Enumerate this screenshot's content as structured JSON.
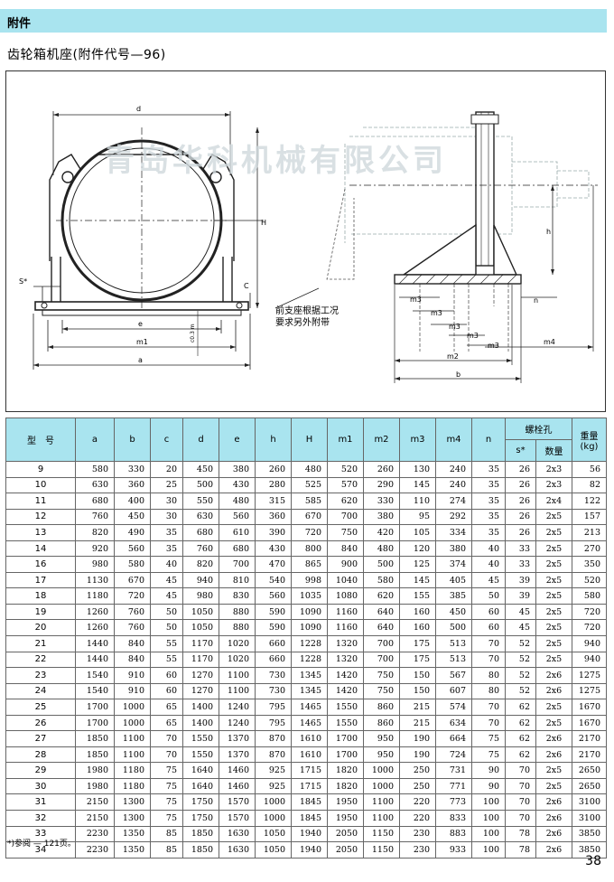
{
  "header": {
    "title": "附件"
  },
  "subtitle": "齿轮箱机座(附件代号—96)",
  "drawing": {
    "watermark": "青岛华科机械有限公司",
    "note_line1": "前支座根据工况",
    "note_line2": "要求另外附带",
    "labels": {
      "d": "d",
      "H": "H",
      "h": "h",
      "C": "C",
      "S": "S*",
      "e": "e",
      "m1": "m1",
      "a": "a",
      "c03": "c0.3 m",
      "m2": "m2",
      "b": "b",
      "m3": "m3",
      "m4": "m4",
      "n": "n"
    }
  },
  "table": {
    "headers": {
      "model": "型　号",
      "a": "a",
      "b": "b",
      "c": "c",
      "d": "d",
      "e": "e",
      "h": "h",
      "H": "H",
      "m1": "m1",
      "m2": "m2",
      "m3": "m3",
      "m4": "m4",
      "n": "n",
      "bolt": "螺栓孔",
      "s": "s*",
      "qty": "数量",
      "weight": "重量",
      "weight_unit": "(kg)"
    },
    "rows": [
      [
        "9",
        "580",
        "330",
        "20",
        "450",
        "380",
        "260",
        "480",
        "520",
        "260",
        "130",
        "240",
        "35",
        "26",
        "2x3",
        "56"
      ],
      [
        "10",
        "630",
        "360",
        "25",
        "500",
        "430",
        "280",
        "525",
        "570",
        "290",
        "145",
        "240",
        "35",
        "26",
        "2x3",
        "82"
      ],
      [
        "11",
        "680",
        "400",
        "30",
        "550",
        "480",
        "315",
        "585",
        "620",
        "330",
        "110",
        "274",
        "35",
        "26",
        "2x4",
        "122"
      ],
      [
        "12",
        "760",
        "450",
        "30",
        "630",
        "560",
        "360",
        "670",
        "700",
        "380",
        "95",
        "292",
        "35",
        "26",
        "2x5",
        "157"
      ],
      [
        "13",
        "820",
        "490",
        "35",
        "680",
        "610",
        "390",
        "720",
        "750",
        "420",
        "105",
        "334",
        "35",
        "26",
        "2x5",
        "213"
      ],
      [
        "14",
        "920",
        "560",
        "35",
        "760",
        "680",
        "430",
        "800",
        "840",
        "480",
        "120",
        "380",
        "40",
        "33",
        "2x5",
        "270"
      ],
      [
        "16",
        "980",
        "580",
        "40",
        "820",
        "700",
        "470",
        "865",
        "900",
        "500",
        "125",
        "374",
        "40",
        "33",
        "2x5",
        "350"
      ],
      [
        "17",
        "1130",
        "670",
        "45",
        "940",
        "810",
        "540",
        "998",
        "1040",
        "580",
        "145",
        "405",
        "45",
        "39",
        "2x5",
        "520"
      ],
      [
        "18",
        "1180",
        "720",
        "45",
        "980",
        "830",
        "560",
        "1035",
        "1080",
        "620",
        "155",
        "385",
        "50",
        "39",
        "2x5",
        "580"
      ],
      [
        "19",
        "1260",
        "760",
        "50",
        "1050",
        "880",
        "590",
        "1090",
        "1160",
        "640",
        "160",
        "450",
        "60",
        "45",
        "2x5",
        "720"
      ],
      [
        "20",
        "1260",
        "760",
        "50",
        "1050",
        "880",
        "590",
        "1090",
        "1160",
        "640",
        "160",
        "500",
        "60",
        "45",
        "2x5",
        "720"
      ],
      [
        "21",
        "1440",
        "840",
        "55",
        "1170",
        "1020",
        "660",
        "1228",
        "1320",
        "700",
        "175",
        "513",
        "70",
        "52",
        "2x5",
        "940"
      ],
      [
        "22",
        "1440",
        "840",
        "55",
        "1170",
        "1020",
        "660",
        "1228",
        "1320",
        "700",
        "175",
        "513",
        "70",
        "52",
        "2x5",
        "940"
      ],
      [
        "23",
        "1540",
        "910",
        "60",
        "1270",
        "1100",
        "730",
        "1345",
        "1420",
        "750",
        "150",
        "567",
        "80",
        "52",
        "2x6",
        "1275"
      ],
      [
        "24",
        "1540",
        "910",
        "60",
        "1270",
        "1100",
        "730",
        "1345",
        "1420",
        "750",
        "150",
        "607",
        "80",
        "52",
        "2x6",
        "1275"
      ],
      [
        "25",
        "1700",
        "1000",
        "65",
        "1400",
        "1240",
        "795",
        "1465",
        "1550",
        "860",
        "215",
        "574",
        "70",
        "62",
        "2x5",
        "1670"
      ],
      [
        "26",
        "1700",
        "1000",
        "65",
        "1400",
        "1240",
        "795",
        "1465",
        "1550",
        "860",
        "215",
        "634",
        "70",
        "62",
        "2x5",
        "1670"
      ],
      [
        "27",
        "1850",
        "1100",
        "70",
        "1550",
        "1370",
        "870",
        "1610",
        "1700",
        "950",
        "190",
        "664",
        "75",
        "62",
        "2x6",
        "2170"
      ],
      [
        "28",
        "1850",
        "1100",
        "70",
        "1550",
        "1370",
        "870",
        "1610",
        "1700",
        "950",
        "190",
        "724",
        "75",
        "62",
        "2x6",
        "2170"
      ],
      [
        "29",
        "1980",
        "1180",
        "75",
        "1640",
        "1460",
        "925",
        "1715",
        "1820",
        "1000",
        "250",
        "731",
        "90",
        "70",
        "2x5",
        "2650"
      ],
      [
        "30",
        "1980",
        "1180",
        "75",
        "1640",
        "1460",
        "925",
        "1715",
        "1820",
        "1000",
        "250",
        "771",
        "90",
        "70",
        "2x5",
        "2650"
      ],
      [
        "31",
        "2150",
        "1300",
        "75",
        "1750",
        "1570",
        "1000",
        "1845",
        "1950",
        "1100",
        "220",
        "773",
        "100",
        "70",
        "2x6",
        "3100"
      ],
      [
        "32",
        "2150",
        "1300",
        "75",
        "1750",
        "1570",
        "1000",
        "1845",
        "1950",
        "1100",
        "220",
        "833",
        "100",
        "70",
        "2x6",
        "3100"
      ],
      [
        "33",
        "2230",
        "1350",
        "85",
        "1850",
        "1630",
        "1050",
        "1940",
        "2050",
        "1150",
        "230",
        "883",
        "100",
        "78",
        "2x6",
        "3850"
      ],
      [
        "34",
        "2230",
        "1350",
        "85",
        "1850",
        "1630",
        "1050",
        "1940",
        "2050",
        "1150",
        "230",
        "933",
        "100",
        "78",
        "2x6",
        "3850"
      ]
    ]
  },
  "footnote": "*)参阅 — 121页。",
  "page_number": "38"
}
